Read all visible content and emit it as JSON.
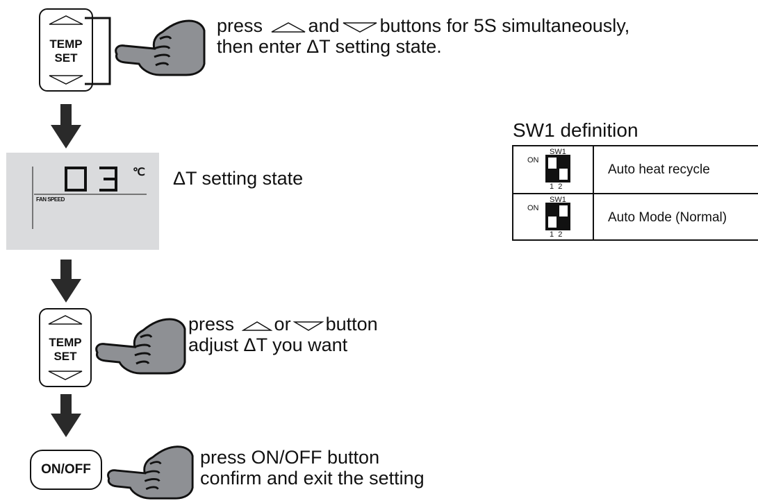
{
  "steps": [
    {
      "control": {
        "type": "temp-set",
        "line1": "TEMP",
        "line2": "SET"
      },
      "text": {
        "line1_parts": [
          "press",
          "and",
          "buttons for 5S simultaneously,"
        ],
        "line2": "then enter ΔT setting state."
      }
    },
    {
      "display": {
        "digits": "03",
        "unit": "℃",
        "fan_label": "FAN SPEED"
      },
      "caption": "ΔT setting state"
    },
    {
      "control": {
        "type": "temp-set",
        "line1": "TEMP",
        "line2": "SET"
      },
      "text": {
        "line1_parts": [
          "press",
          "or",
          "button"
        ],
        "line2": "adjust ΔT you want"
      }
    },
    {
      "control": {
        "type": "on-off",
        "label": "ON/OFF"
      },
      "text": {
        "line1": "press ON/OFF button",
        "line2": "confirm and exit the setting"
      }
    }
  ],
  "sw1": {
    "title": "SW1 definition",
    "rows": [
      {
        "switch_label": "SW1",
        "on_label": "ON",
        "positions": "1  2",
        "switch1": "on",
        "switch2": "off",
        "description": "Auto heat recycle"
      },
      {
        "switch_label": "SW1",
        "on_label": "ON",
        "positions": "1  2",
        "switch1": "off",
        "switch2": "on",
        "description": "Auto Mode  (Normal)"
      }
    ]
  }
}
